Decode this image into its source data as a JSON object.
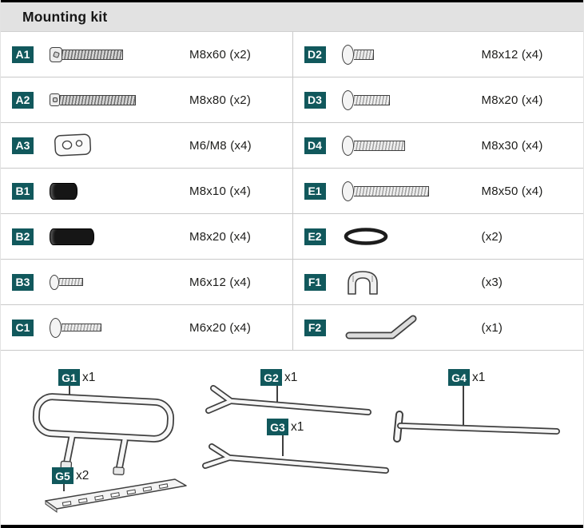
{
  "title": "Mounting kit",
  "colors": {
    "badge_bg": "#11585c",
    "header_bg": "#e2e2e2",
    "divider": "#c9c9c9",
    "frame": "#000000",
    "text": "#1d1d1b"
  },
  "rows": [
    {
      "left": {
        "id": "A1",
        "icon": "socket-head-bolt-icon",
        "spec": "M8x60 (x2)"
      },
      "right": {
        "id": "D2",
        "icon": "pan-head-screw-short-icon",
        "spec": "M8x12 (x4)"
      }
    },
    {
      "left": {
        "id": "A2",
        "icon": "flat-head-bolt-icon",
        "spec": "M8x80 (x2)"
      },
      "right": {
        "id": "D3",
        "icon": "pan-head-screw-icon",
        "spec": "M8x20 (x4)"
      }
    },
    {
      "left": {
        "id": "A3",
        "icon": "spacer-plate-icon",
        "spec": "M6/M8 (x4)"
      },
      "right": {
        "id": "D4",
        "icon": "pan-head-screw-medium-icon",
        "spec": "M8x30 (x4)"
      }
    },
    {
      "left": {
        "id": "B1",
        "icon": "tube-spacer-short-icon",
        "spec": "M8x10 (x4)"
      },
      "right": {
        "id": "E1",
        "icon": "pan-head-screw-long-icon",
        "spec": "M8x50 (x4)"
      }
    },
    {
      "left": {
        "id": "B2",
        "icon": "tube-spacer-long-icon",
        "spec": "M8x20 (x4)"
      },
      "right": {
        "id": "E2",
        "icon": "o-ring-icon",
        "spec": "(x2)"
      }
    },
    {
      "left": {
        "id": "B3",
        "icon": "pan-head-screw-small-icon",
        "spec": "M6x12 (x4)"
      },
      "right": {
        "id": "F1",
        "icon": "clamp-icon",
        "spec": "(x3)"
      }
    },
    {
      "left": {
        "id": "C1",
        "icon": "pan-head-screw-m6-icon",
        "spec": "M6x20 (x4)"
      },
      "right": {
        "id": "F2",
        "icon": "allen-key-icon",
        "spec": "(x1)"
      }
    }
  ],
  "loose_parts": [
    {
      "id": "G1",
      "qty": "x1",
      "icon": "handle-tube-icon"
    },
    {
      "id": "G2",
      "qty": "x1",
      "icon": "support-rod-icon"
    },
    {
      "id": "G3",
      "qty": "x1",
      "icon": "support-rod-icon"
    },
    {
      "id": "G4",
      "qty": "x1",
      "icon": "extension-rod-icon"
    },
    {
      "id": "G5",
      "qty": "x2",
      "icon": "mounting-rail-icon"
    }
  ]
}
